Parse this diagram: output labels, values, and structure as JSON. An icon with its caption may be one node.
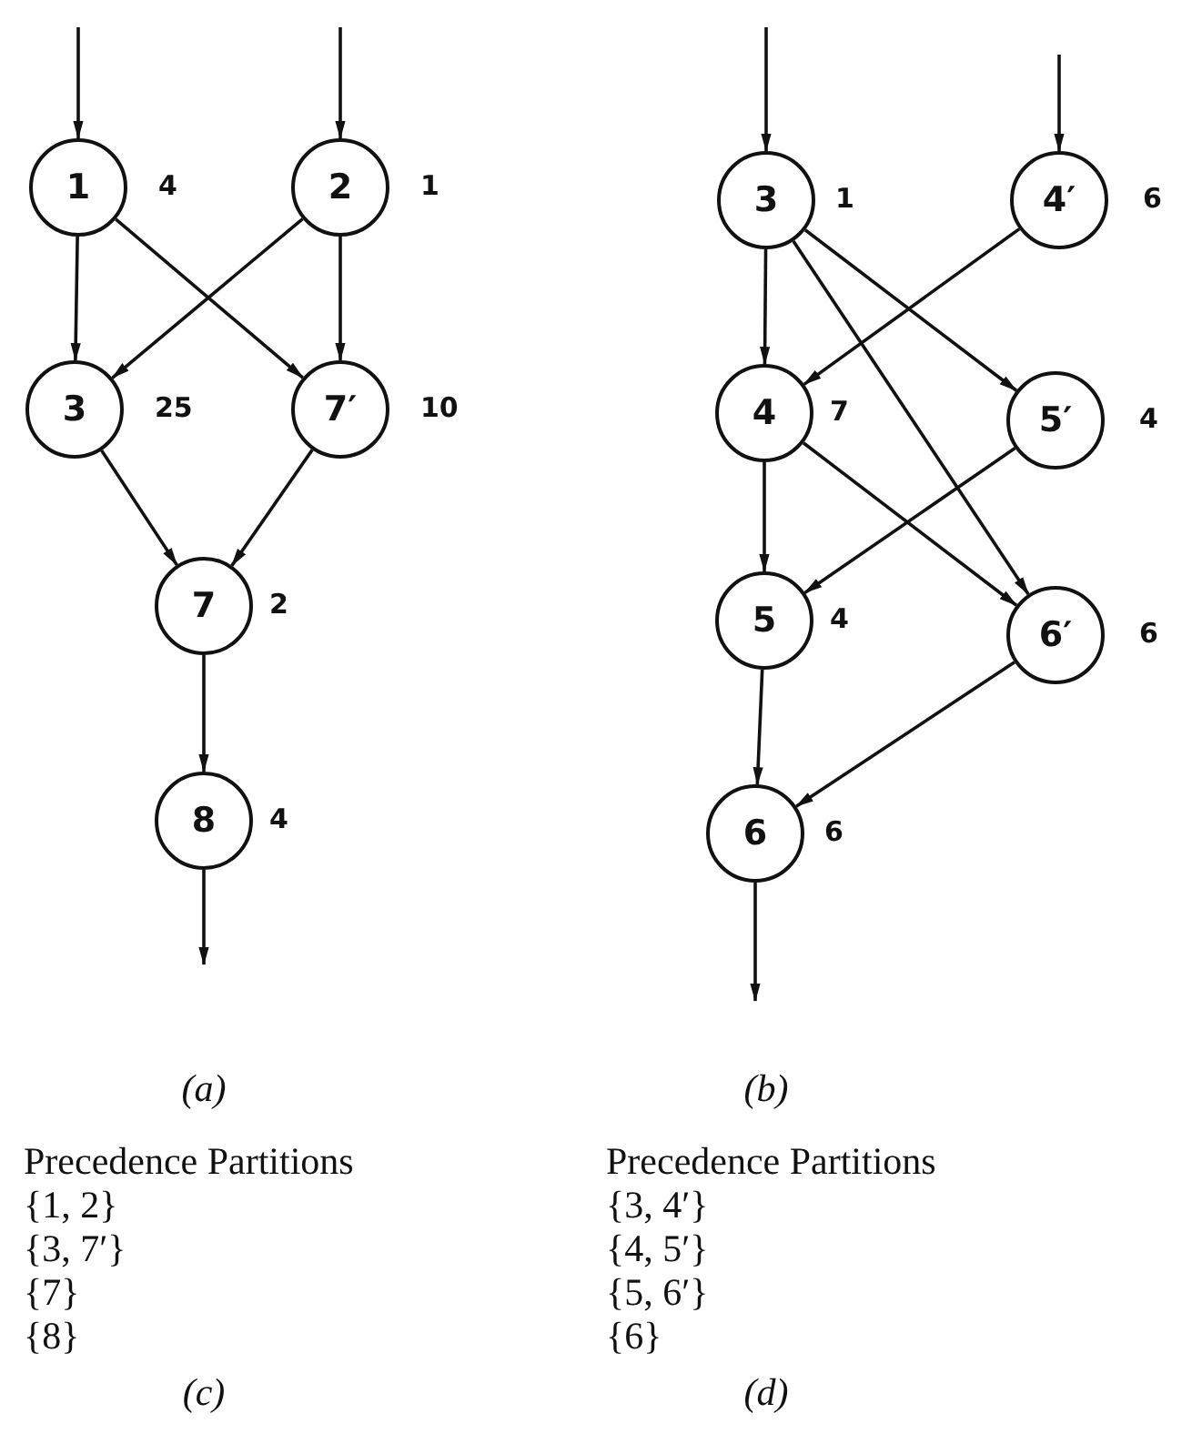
{
  "diagram": {
    "nodes": [
      {
        "text": [
          "1"
        ],
        "beside": [
          "4"
        ]
      },
      {
        "text": [
          "2"
        ],
        "beside": [
          "1"
        ]
      },
      {
        "text": [
          "3"
        ],
        "beside": [
          "25"
        ]
      },
      {
        "text": [
          "7′"
        ],
        "beside": [
          "10"
        ]
      },
      {
        "text": [
          "7"
        ],
        "beside": [
          "2"
        ]
      },
      {
        "text": [
          "8"
        ],
        "beside": [
          "4"
        ]
      },
      {
        "text": [
          "3"
        ],
        "beside": [
          "1"
        ]
      },
      {
        "text": [
          "4′"
        ],
        "beside": [
          "6"
        ]
      },
      {
        "text": [
          "4"
        ],
        "beside": [
          "7"
        ]
      },
      {
        "text": [
          "5′"
        ],
        "beside": [
          "4"
        ]
      },
      {
        "text": [
          "5"
        ],
        "beside": [
          "4"
        ]
      },
      {
        "text": [
          "6′"
        ],
        "beside": [
          "6"
        ]
      },
      {
        "text": [
          "6"
        ],
        "beside": [
          "6"
        ]
      }
    ],
    "edges": [
      {
        "from": null,
        "to": 0,
        "arrow": "to"
      },
      {
        "from": null,
        "to": 1,
        "arrow": "to"
      },
      {
        "from": 0,
        "to": 2,
        "arrow": "to"
      },
      {
        "from": 0,
        "to": 3,
        "arrow": "to"
      },
      {
        "from": 1,
        "to": 2,
        "arrow": "to"
      },
      {
        "from": 1,
        "to": 3,
        "arrow": "to"
      },
      {
        "from": 2,
        "to": 4,
        "arrow": "to"
      },
      {
        "from": 3,
        "to": 4,
        "arrow": "to"
      },
      {
        "from": 4,
        "to": 5,
        "arrow": "to"
      },
      {
        "from": 5,
        "to": null,
        "arrow": "to"
      },
      {
        "from": null,
        "to": 6,
        "arrow": "to"
      },
      {
        "from": null,
        "to": 7,
        "arrow": "to"
      },
      {
        "from": 6,
        "to": 8,
        "arrow": "to"
      },
      {
        "from": 6,
        "to": 9,
        "arrow": "to"
      },
      {
        "from": 6,
        "to": 11,
        "arrow": "to"
      },
      {
        "from": 7,
        "to": 8,
        "arrow": "to"
      },
      {
        "from": 8,
        "to": 10,
        "arrow": "to"
      },
      {
        "from": 8,
        "to": 11,
        "arrow": "to"
      },
      {
        "from": 9,
        "to": 10,
        "arrow": "to"
      },
      {
        "from": 10,
        "to": 12,
        "arrow": "to"
      },
      {
        "from": 11,
        "to": 12,
        "arrow": "to"
      },
      {
        "from": 12,
        "to": null,
        "arrow": "to"
      }
    ],
    "labels": [
      "(a)",
      "(b)",
      "Precedence Partitions",
      "{1, 2}",
      "{3, 7′}",
      "{7}",
      "{8}",
      "Precedence Partitions",
      "{3, 4′}",
      "{4, 5′}",
      "{5, 6′}",
      "{6}",
      "(c)",
      "(d)"
    ]
  }
}
